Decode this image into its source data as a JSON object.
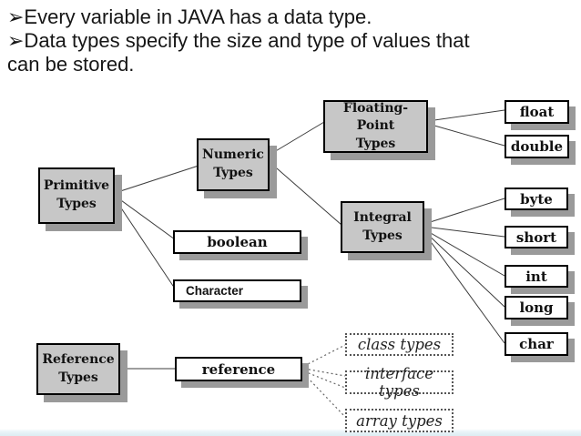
{
  "title": {
    "lines": [
      "➢Every variable in JAVA has a data type.",
      "➢Data types specify the size and type of values that",
      "can be stored."
    ]
  },
  "diagram": {
    "primitive": "Primitive\nTypes",
    "numeric": "Numeric\nTypes",
    "floating": "Floating-Point\nTypes",
    "integral": "Integral\nTypes",
    "reference_group": "Reference\nTypes",
    "boolean": "boolean",
    "character": "Character",
    "float": "float",
    "double": "double",
    "byte": "byte",
    "short": "short",
    "int": "int",
    "long": "long",
    "char": "char",
    "reference": "reference",
    "class_types": "class types",
    "interface_types": "interface types",
    "array_types": "array types"
  },
  "colors": {
    "box_fill_gray": "#c7c7c7",
    "box_fill_white": "#ffffff",
    "box_border": "#000000",
    "box_shadow": "#9a9a9a",
    "connector_solid": "#3c3c3c",
    "connector_dotted": "#666666",
    "dotted_border": "#555555",
    "text": "#111111",
    "footer_bar": "#dcedf3"
  }
}
